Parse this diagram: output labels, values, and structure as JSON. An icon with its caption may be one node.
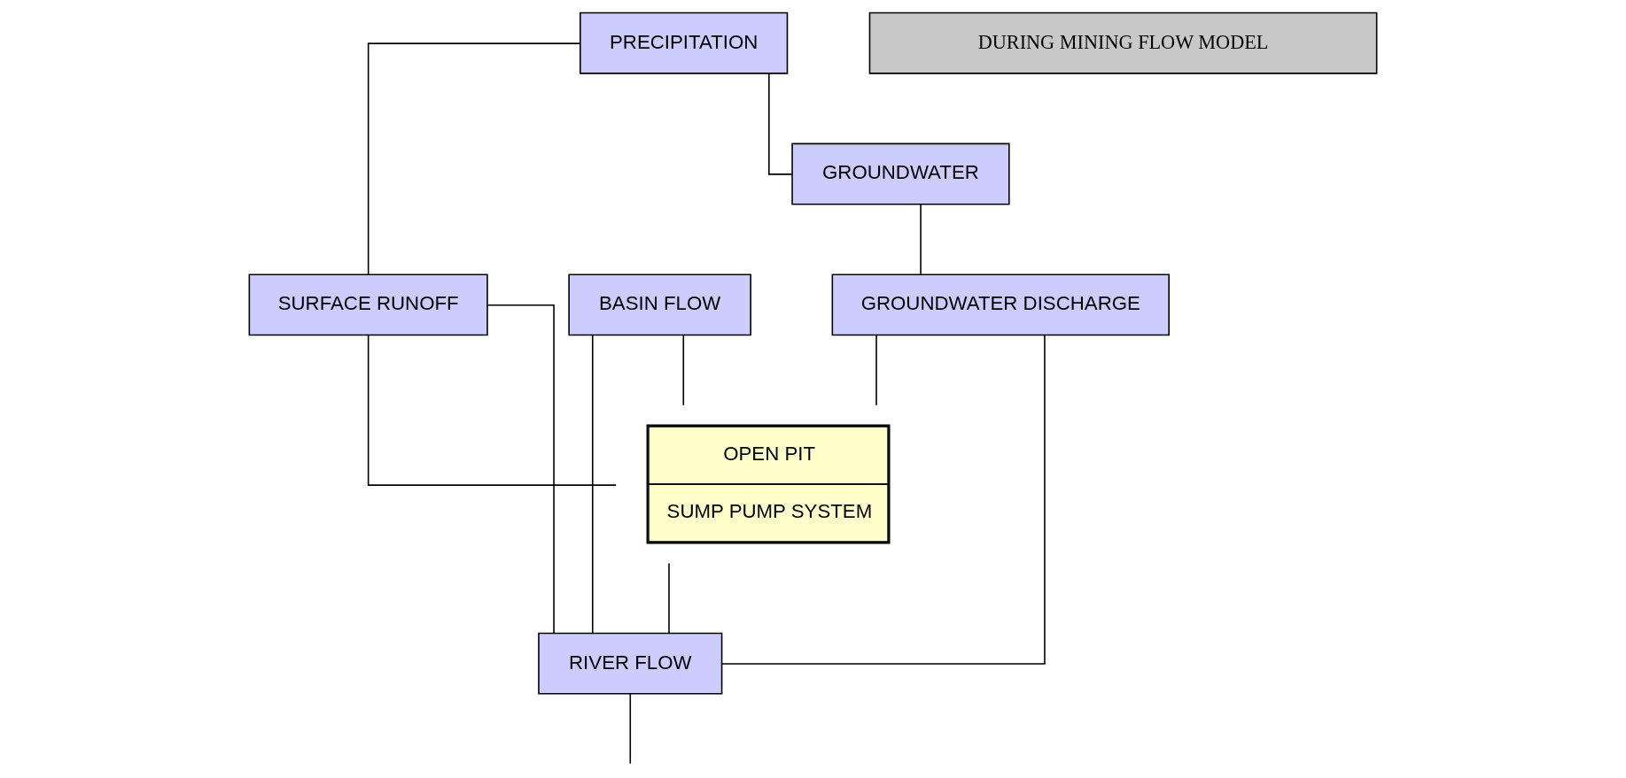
{
  "diagram": {
    "nodes": [
      {
        "text": [
          "PRECIPITATION"
        ]
      },
      {
        "text": [
          "DURING MINING FLOW MODEL"
        ]
      },
      {
        "text": [
          "SURFACE RUNOFF"
        ]
      },
      {
        "text": [
          "BASIN FLOW"
        ]
      },
      {
        "text": [
          "GROUNDWATER"
        ]
      },
      {
        "text": [
          "OPEN PIT",
          "SUMP PUMP SYSTEM"
        ]
      },
      {
        "text": [
          "GROUNDWATER DISCHARGE"
        ]
      },
      {
        "text": [
          "RIVER FLOW"
        ]
      }
    ],
    "edges": [
      {
        "from": 0,
        "to": 4,
        "arrow": "none"
      },
      {
        "from": 0,
        "to": 2,
        "arrow": "none"
      },
      {
        "from": 2,
        "to": 5,
        "arrow": "none"
      },
      {
        "from": 2,
        "to": 7,
        "arrow": "none"
      },
      {
        "from": 3,
        "to": 5,
        "arrow": "none"
      },
      {
        "from": 3,
        "to": 7,
        "arrow": "none"
      },
      {
        "from": 4,
        "to": 6,
        "arrow": "none"
      },
      {
        "from": 6,
        "to": 5,
        "arrow": "none"
      },
      {
        "from": 5,
        "to": 7,
        "arrow": "none"
      },
      {
        "from": 6,
        "to": 7,
        "arrow": "none"
      },
      {
        "from": 7,
        "to": null,
        "arrow": "none"
      }
    ]
  }
}
